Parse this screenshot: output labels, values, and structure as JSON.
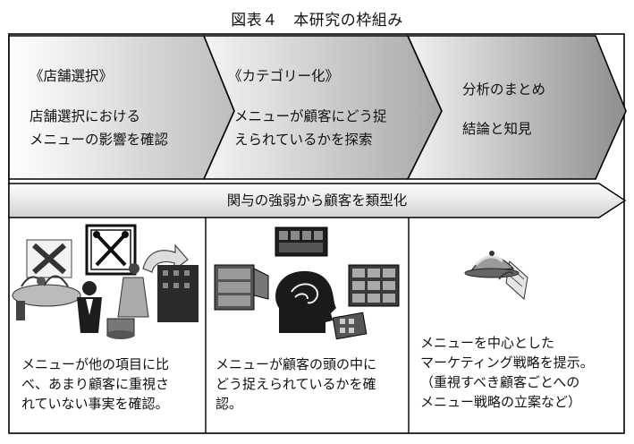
{
  "figure_title": "図表４　本研究の枠組み",
  "stages": [
    {
      "heading": "《店舗選択》",
      "lines": [
        "店舗選択における",
        "メニューの影響を確認"
      ]
    },
    {
      "heading": "《カテゴリー化》",
      "lines": [
        "メニューが顧客にどう捉",
        "えられているかを探索"
      ]
    },
    {
      "heading": "分析のまとめ",
      "lines": [
        "結論と知見"
      ]
    }
  ],
  "bar_label": "関与の強弱から顧客を類型化",
  "columns": [
    {
      "illustration": "restaurant-selection-clipart",
      "desc": [
        "メニューが他の項目に比",
        "べ、あまり顧客に重視さ",
        "れていない事実を確認。"
      ]
    },
    {
      "illustration": "mind-filing-clipart",
      "desc": [
        "メニューが顧客の頭の中に",
        "どう捉えられているかを確",
        "認。"
      ]
    },
    {
      "illustration": "serving-cloche-clipart",
      "desc": [
        "メニューを中心とした",
        "マーケティング戦略を提示。",
        "（重視すべき顧客ごとへの",
        "メニュー戦略の立案など）"
      ]
    }
  ]
}
